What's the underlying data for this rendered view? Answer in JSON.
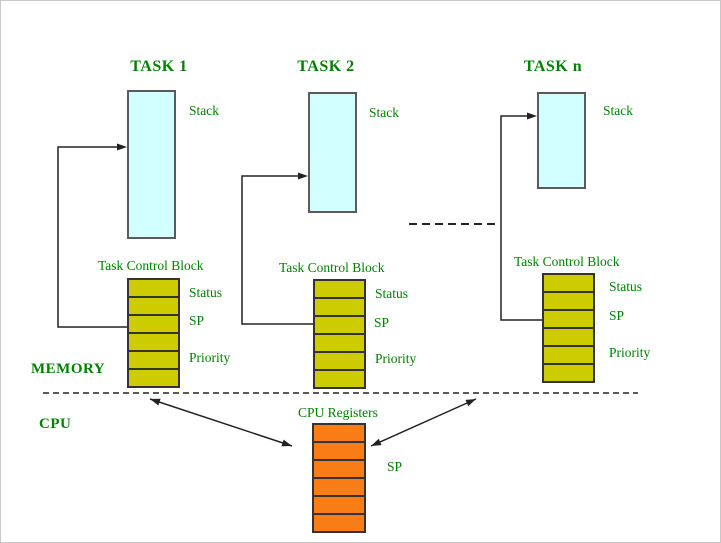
{
  "diagram": {
    "memory_label": "MEMORY",
    "cpu_label": "CPU",
    "tasks": [
      {
        "title": "TASK 1",
        "stack_label": "Stack",
        "tcb_label": "Task Control Block",
        "fields": [
          "Status",
          "SP",
          "Priority"
        ],
        "tcb_rows": 6
      },
      {
        "title": "TASK 2",
        "stack_label": "Stack",
        "tcb_label": "Task Control Block",
        "fields": [
          "Status",
          "SP",
          "Priority"
        ],
        "tcb_rows": 6
      },
      {
        "title": "TASK n",
        "stack_label": "Stack",
        "tcb_label": "Task Control Block",
        "fields": [
          "Status",
          "SP",
          "Priority"
        ],
        "tcb_rows": 6
      }
    ],
    "cpu_registers": {
      "label": "CPU Registers",
      "sp_label": "SP",
      "rows": 6
    },
    "colors": {
      "stack-fill": "#d2ffff",
      "tcb-fill": "#cccc00",
      "register-fill": "#f97d16",
      "label-green": "#008000",
      "line-color": "#222222"
    }
  }
}
